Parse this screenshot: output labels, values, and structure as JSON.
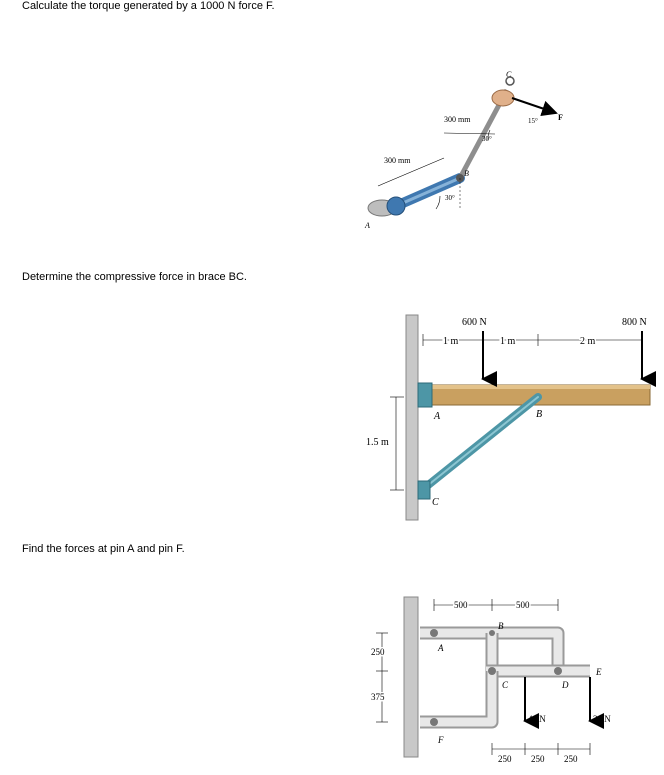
{
  "questions": [
    {
      "text": "Calculate the torque generated by a 1000 N force F."
    },
    {
      "text": "Determine the compressive force in brace BC."
    },
    {
      "text": "Find the forces at pin A and pin F."
    }
  ],
  "figure1": {
    "labels": {
      "upper_len": "300 mm",
      "lower_len": "300 mm",
      "angle_top": "30°",
      "angle_bottom": "30°",
      "angle_force": "15°",
      "force": "F",
      "point_a": "A",
      "point_b": "B",
      "point_c": "C"
    }
  },
  "figure2": {
    "labels": {
      "load_left": "600 N",
      "load_right": "800 N",
      "dim1": "1 m",
      "dim2": "1 m",
      "dim3": "2 m",
      "height": "1.5 m",
      "point_a": "A",
      "point_b": "B",
      "point_c": "C"
    }
  },
  "figure3": {
    "labels": {
      "top1": "500",
      "top2": "500",
      "left1": "250",
      "left2": "375",
      "bot1": "250",
      "bot2": "250",
      "bot3": "250",
      "load1": "4 kN",
      "load2": "3 kN",
      "point_a": "A",
      "point_b": "B",
      "point_c": "C",
      "point_d": "D",
      "point_e": "E",
      "point_f": "F"
    }
  },
  "colors": {
    "wrench": "#3f78b0",
    "beam": "#c9a060",
    "brace": "#4d96a6",
    "frame": "#e8e8e8",
    "wall": "#c8c8c8"
  }
}
